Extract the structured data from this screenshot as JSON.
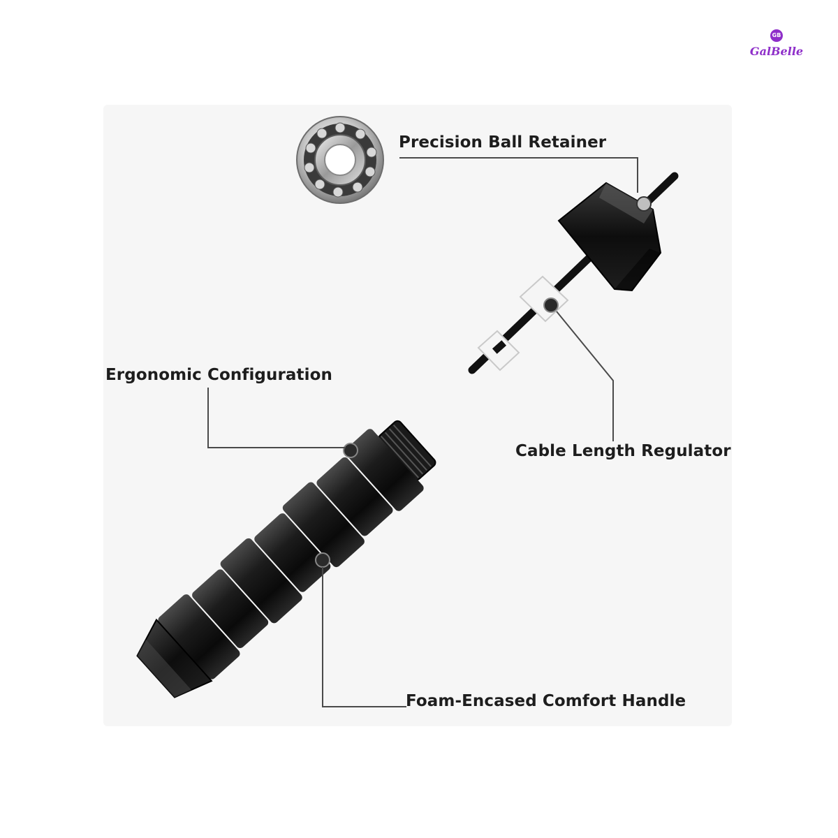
{
  "brand": {
    "name": "GalBelle",
    "badge": "GB",
    "color": "#8e2ec9"
  },
  "callouts": {
    "precision": "Precision Ball Retainer",
    "ergonomic": "Ergonomic Configuration",
    "cable": "Cable Length Regulator",
    "foam": "Foam-Encased Comfort Handle"
  },
  "colors": {
    "handle": "#1b1b1b",
    "leader_line": "#4a4a4a",
    "label_text": "#1d1d1d",
    "background_panel": "#f6f6f6"
  }
}
